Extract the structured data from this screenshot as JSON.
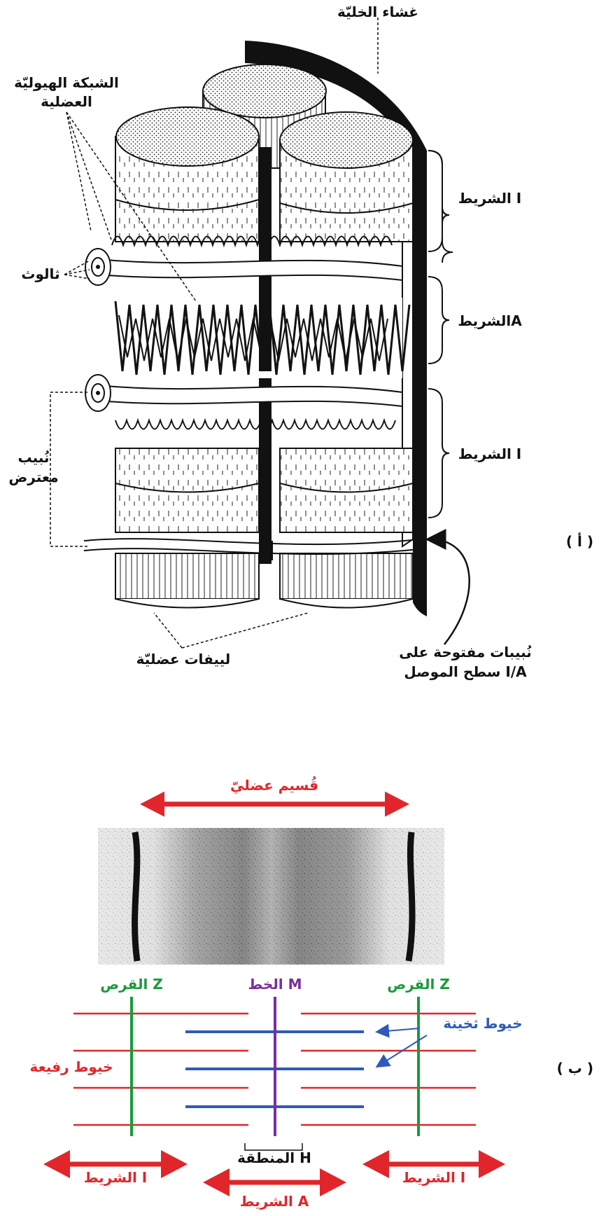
{
  "part_a": {
    "panel_label": "( أ )",
    "labels": {
      "cell_membrane": "غشاء الخليّة",
      "sarcoplasmic_reticulum_l1": "الشبكة الهيوليّة",
      "sarcoplasmic_reticulum_l2": "العضلية",
      "triad": "ثالوث",
      "transverse_tubule_l1": "نُبيب",
      "transverse_tubule_l2": "معترض",
      "myofibrils": "لييفات عضليّة",
      "band_i_top": "الشريط I",
      "band_a": "الشريطA",
      "band_i_bottom": "الشريط I",
      "open_tubules_l1": "نُبيبات مفتوحة على",
      "open_tubules_l2": "سطح الموصل I/A"
    }
  },
  "part_b": {
    "panel_label": "( ب )",
    "labels": {
      "sarcomere": "قُسيم عضليّ",
      "z_disc_left": "القرص Z",
      "m_line": "الخط M",
      "z_disc_right": "القرص Z",
      "thick_filaments": "خيوط ثخينة",
      "thin_filaments": "خيوط رفيعة",
      "h_zone": "المنطقة H",
      "band_i_left": "الشريط I",
      "band_a": "الشريط A",
      "band_i_right": "الشريط I"
    },
    "colors": {
      "thin": "#e0262a",
      "thick": "#2e5bb8",
      "z_disc": "#1a9a3c",
      "m_line": "#7a2e9e"
    }
  }
}
